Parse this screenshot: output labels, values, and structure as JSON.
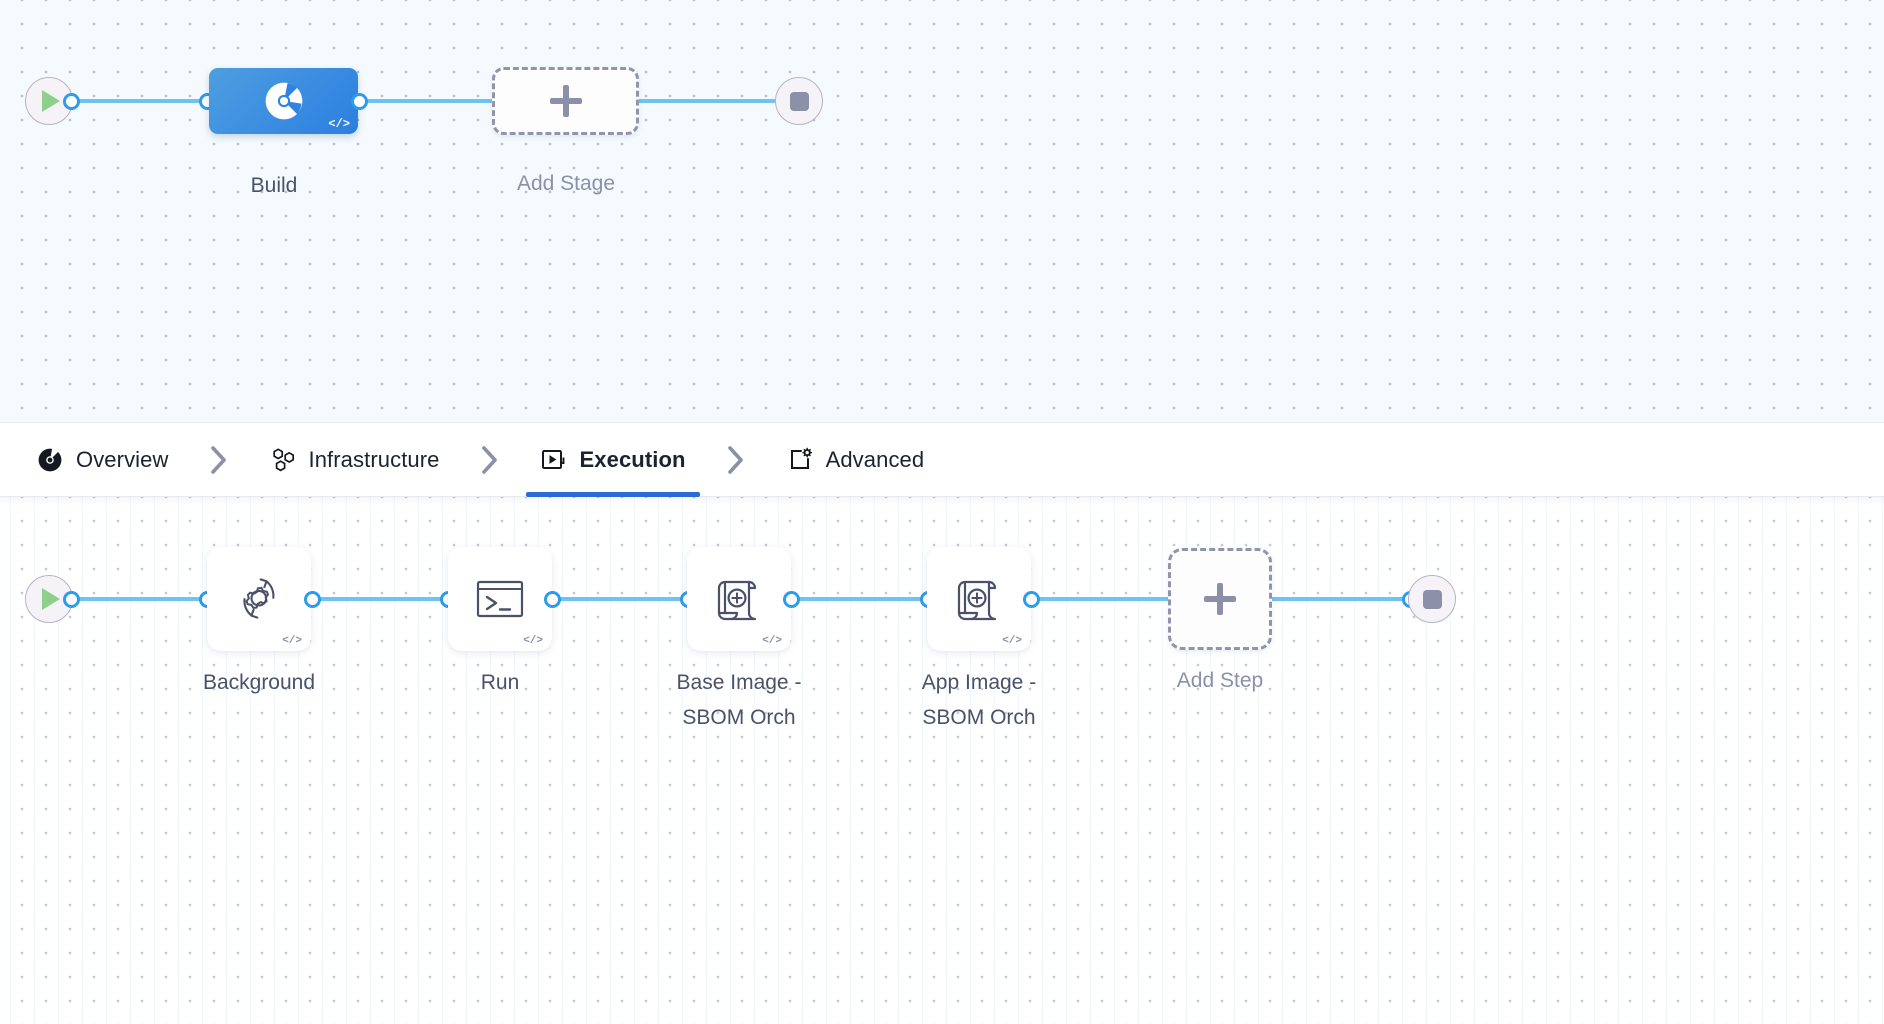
{
  "pipeline_stages": {
    "start_node": {
      "name": "start-node",
      "icon": "play-icon"
    },
    "end_node": {
      "name": "end-node",
      "icon": "stop-icon"
    },
    "stages": [
      {
        "label": "Build",
        "icon": "harness-stage-icon",
        "code_badge": "</>",
        "selected": true
      }
    ],
    "add_stage": {
      "label": "Add Stage",
      "icon": "plus-icon"
    }
  },
  "tabs": {
    "separator": "›",
    "items": [
      {
        "label": "Overview",
        "icon": "overview-pie-icon",
        "active": false
      },
      {
        "label": "Infrastructure",
        "icon": "infrastructure-hex-icon",
        "active": false
      },
      {
        "label": "Execution",
        "icon": "execution-play-box-icon",
        "active": true
      },
      {
        "label": "Advanced",
        "icon": "advanced-gear-card-icon",
        "active": false
      }
    ]
  },
  "execution_steps": {
    "start_node": {
      "name": "start-node",
      "icon": "play-icon"
    },
    "end_node": {
      "name": "end-node",
      "icon": "stop-icon"
    },
    "steps": [
      {
        "label": "Background",
        "icon": "gear-refresh-icon",
        "code_badge": "</>"
      },
      {
        "label": "Run",
        "icon": "terminal-icon",
        "code_badge": "</>"
      },
      {
        "label": "Base Image -\nSBOM Orch",
        "icon": "scroll-plus-icon",
        "code_badge": "</>"
      },
      {
        "label": "App Image -\nSBOM Orch",
        "icon": "scroll-plus-icon",
        "code_badge": "</>"
      }
    ],
    "add_step": {
      "label": "Add Step",
      "icon": "plus-icon"
    }
  },
  "colors": {
    "accent_blue": "#2b6cd4",
    "wire_blue": "#6fc3f0",
    "port_blue": "#2e9ce8",
    "stage_blue": "#2b7fe0",
    "play_green": "#8ed08a",
    "stop_gray": "#8c90a8",
    "label_gray": "#4a5168",
    "muted_gray": "#8b90a8",
    "canvas_top_bg": "#f4fafd",
    "canvas_bottom_bg": "#ffffff"
  }
}
